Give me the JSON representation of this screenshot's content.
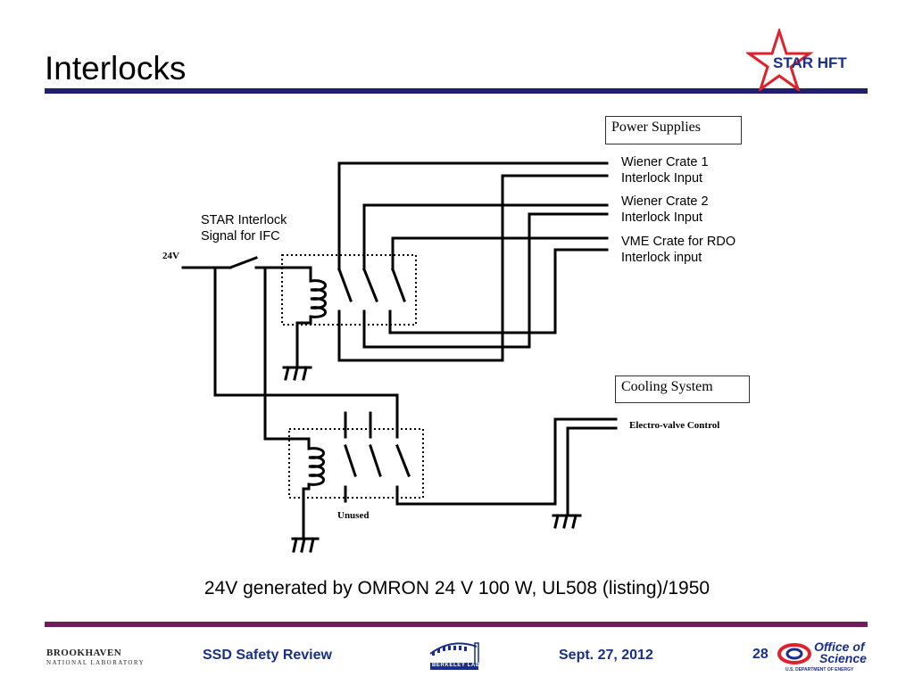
{
  "slide": {
    "title": "Interlocks",
    "caption": "24V generated by OMRON 24 V 100 W, UL508 (listing)/1950"
  },
  "logo": {
    "name": "STAR HFT"
  },
  "diagram": {
    "power_supplies_label": "Power Supplies",
    "wiener1_line1": "Wiener Crate 1",
    "wiener1_line2": "Interlock Input",
    "wiener2_line1": "Wiener Crate 2",
    "wiener2_line2": "Interlock Input",
    "vme_line1": "VME Crate for RDO",
    "vme_line2": "Interlock input",
    "star_line1": "STAR Interlock",
    "star_line2": "Signal for IFC",
    "voltage_label": "24V",
    "cooling_label": "Cooling System",
    "valve_label": "Electro-valve Control",
    "unused_label": "Unused"
  },
  "footer": {
    "brookhaven_line1": "BROOKHAVEN",
    "brookhaven_line2": "NATIONAL LABORATORY",
    "review": "SSD Safety Review",
    "berkeley": "BERKELEY LAB",
    "date": "Sept.  27, 2012",
    "page": "28",
    "office_line1": "Office of",
    "office_line2": "Science",
    "office_line3": "U.S. DEPARTMENT OF ENERGY"
  },
  "colors": {
    "title_rule": "#1f1f6e",
    "footer_rule": "#6b1f5e",
    "footer_text": "#1a2f8a",
    "star": "#e0202a"
  }
}
